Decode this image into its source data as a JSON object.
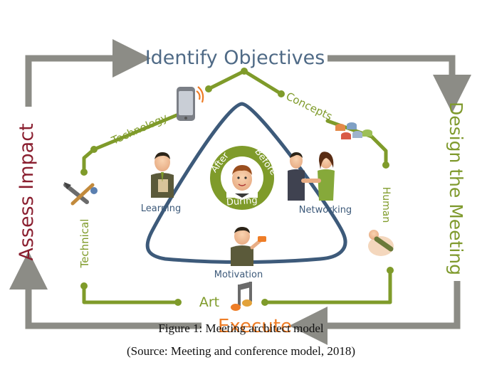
{
  "outer_cycle": {
    "top": "Identify Objectives",
    "right": "Design the Meeting",
    "bottom": "Execute",
    "left": "Assess Impact"
  },
  "green_path": {
    "technology": "Technology",
    "concepts": "Concepts",
    "technical": "Technical",
    "human": "Human",
    "art": "Art"
  },
  "triangle": {
    "learning": "Learning",
    "networking": "Networking",
    "motivation": "Motivation"
  },
  "center_ring": {
    "after": "After",
    "before": "Before",
    "during": "During"
  },
  "colors": {
    "top": "#4f6a86",
    "right": "#7f9a2d",
    "bottom": "#ee7d27",
    "left": "#8a1e2f",
    "arrow_gray": "#8c8c86",
    "green": "#7f9b2a",
    "triangle": "#3d5a7a"
  },
  "icons": [
    "phone-icon",
    "database-icon",
    "tools-icon",
    "handshake-icon",
    "music-note-icon"
  ],
  "caption": {
    "title": "Figure 1: Meeting architect model",
    "source": "(Source: Meeting and conference model, 2018)"
  }
}
